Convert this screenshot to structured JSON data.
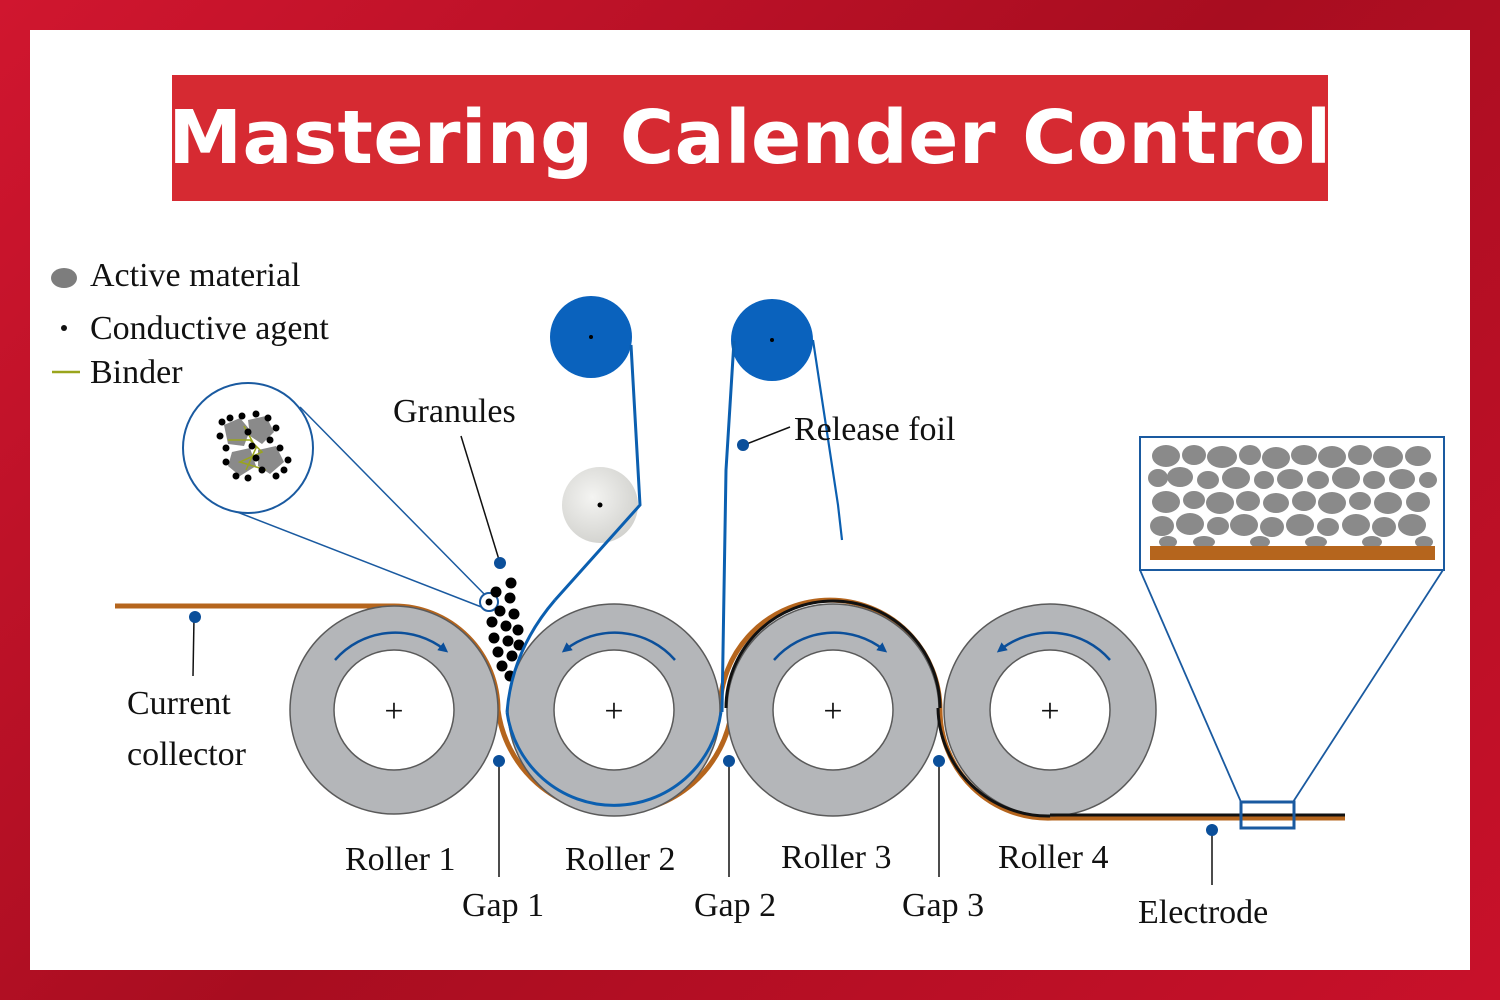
{
  "title": "Mastering Calender Control",
  "legend": {
    "active_material": "Active material",
    "conductive_agent": "Conductive agent",
    "binder": "Binder"
  },
  "labels": {
    "granules": "Granules",
    "release_foil": "Release foil",
    "current_collector_line1": "Current",
    "current_collector_line2": "collector",
    "electrode": "Electrode",
    "roller_1": "Roller 1",
    "roller_2": "Roller 2",
    "roller_3": "Roller 3",
    "roller_4": "Roller 4",
    "gap_1": "Gap 1",
    "gap_2": "Gap 2",
    "gap_3": "Gap 3",
    "roller_center": "+"
  },
  "colors": {
    "frame_red": "#c8102e",
    "banner_red": "#d62a32",
    "roller_gray": "#b4b6b9",
    "foil_blue": "#0b5fb0",
    "spool_blue": "#0a62bd",
    "copper": "#b5651d",
    "binder_green": "#9aa51c",
    "particle_gray": "#8a8a8a"
  },
  "icons": {
    "rotation_arrow": "curved-arrow-icon",
    "pointer_dot": "callout-dot-icon"
  }
}
